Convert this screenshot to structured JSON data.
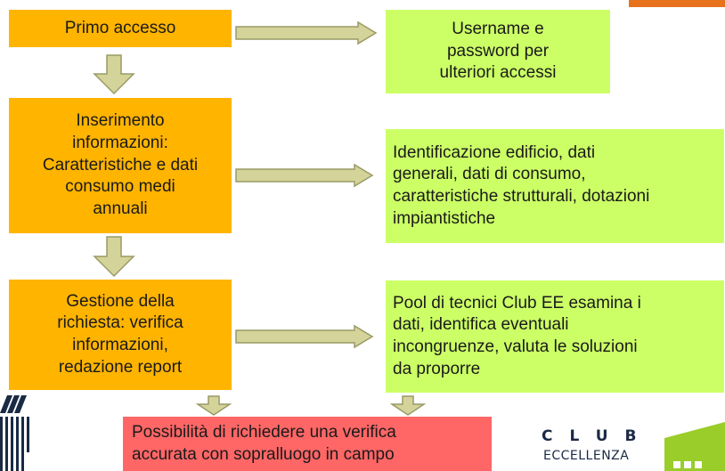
{
  "flow": {
    "step1": "Primo accesso",
    "step2": "Inserimento\ninformazioni:\nCaratteristiche e dati\nconsumo medi\nannuali",
    "step3": "Gestione della\nrichiesta: verifica\ninformazioni,\nredazione report",
    "result1": "Username e\npassword per\nulteriori accessi",
    "result2": "Identificazione edificio, dati\ngenerali, dati di consumo,\ncaratteristiche strutturali, dotazioni\nimpiantistiche",
    "result3": "Pool di tecnici Club EE esamina i\ndati, identifica eventuali\nincongruenze, valuta le soluzioni\nda proporre",
    "final": "Possibilità di richiedere una verifica\naccurata con sopralluogo in campo"
  },
  "logo": {
    "club_line1": "CLUB",
    "club_line2": "ECCELLENZA"
  },
  "colors": {
    "process_box": "#ffb400",
    "result_box": "#ccff66",
    "final_box": "#ff6666",
    "arrow_fill": "#d4d49a",
    "arrow_stroke": "#9a9a66",
    "corner_accent": "#e8721c",
    "logo_green": "#9acc2a",
    "logo_navy": "#1a2a45"
  }
}
